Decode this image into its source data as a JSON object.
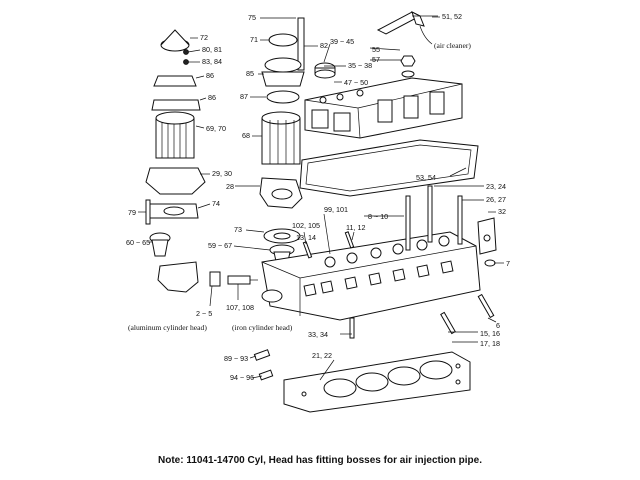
{
  "labels": {
    "l75": "75",
    "l51_52": "51, 52",
    "l_air_cleaner": "(air cleaner)",
    "l72": "72",
    "l80_81": "80, 81",
    "l83_84": "83, 84",
    "l86a": "86",
    "l86b": "86",
    "l69_70": "69, 70",
    "l71": "71",
    "l82": "82",
    "l85": "85",
    "l87": "87",
    "l68": "68",
    "l39_45": "39 ~ 45",
    "l55": "55",
    "l57": "57",
    "l35_38": "35 ~ 38",
    "l47_50": "47 ~ 50",
    "l29_30": "29, 30",
    "l28": "28",
    "l74": "74",
    "l79": "79",
    "l60_65": "60 ~ 65",
    "l73": "73",
    "l59_67": "59 ~ 67",
    "l102_105": "102, 105",
    "l13_14": "13, 14",
    "l99_101": "99, 101",
    "l11_12": "11, 12",
    "l8_10": "8 ~ 10",
    "l53_54": "53, 54",
    "l23_24": "23, 24",
    "l26_27": "26, 27",
    "l32": "32",
    "l7": "7",
    "l2_5": "2 ~ 5",
    "l107_108": "107, 108",
    "l6": "6",
    "l15_16": "15, 16",
    "l17_18": "17, 18",
    "l33_34": "33, 34",
    "l21_22": "21, 22",
    "l89_93": "89 ~ 93",
    "l94_96": "94 ~ 96"
  },
  "captions": {
    "aluminum_head": "(aluminum cylinder head)",
    "iron_head": "(iron cylinder head)"
  },
  "note": "Note:  11041-14700 Cyl, Head has fitting bosses for air injection pipe."
}
